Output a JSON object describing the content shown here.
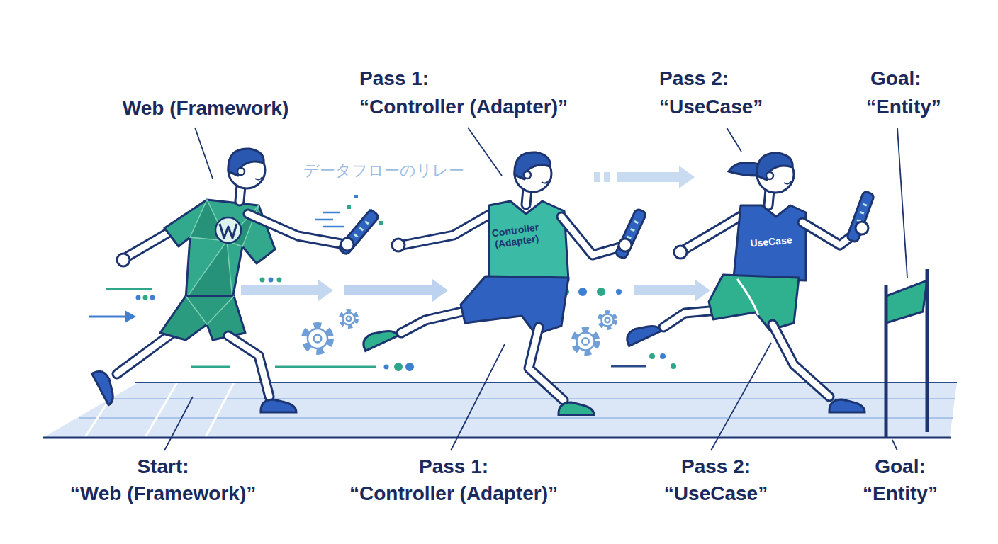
{
  "diagram": {
    "labels": [
      "Web (Framework)",
      "Pass 1:",
      "“Controller (Adapter)”",
      "Pass 2:",
      "“UseCase”",
      "Goal:",
      "“Entity”",
      "データフローのリレー",
      "Controller (Adapter)",
      "UseCase",
      "Start:",
      "“Web (Framework)”",
      "Pass 1:",
      "“Controller (Adapter)”",
      "Pass 2:",
      "“UseCase”",
      "Goal:",
      "“Entity”"
    ]
  }
}
